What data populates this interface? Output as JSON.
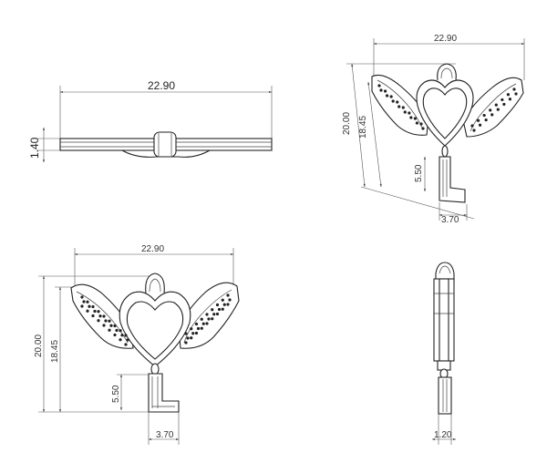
{
  "dimensions": {
    "side_width": "22.90",
    "side_thickness": "1.40",
    "iso_width": "22.90",
    "iso_total_height": "20.00",
    "iso_body_height": "18.45",
    "iso_l_height": "5.50",
    "iso_l_width": "3.70",
    "front_width": "22.90",
    "front_total_height": "20.00",
    "front_body_height": "18.45",
    "front_l_height": "5.50",
    "front_l_width": "3.70",
    "profile_thickness": "1.20"
  },
  "colors": {
    "line": "#222222",
    "stone": "#222222"
  }
}
